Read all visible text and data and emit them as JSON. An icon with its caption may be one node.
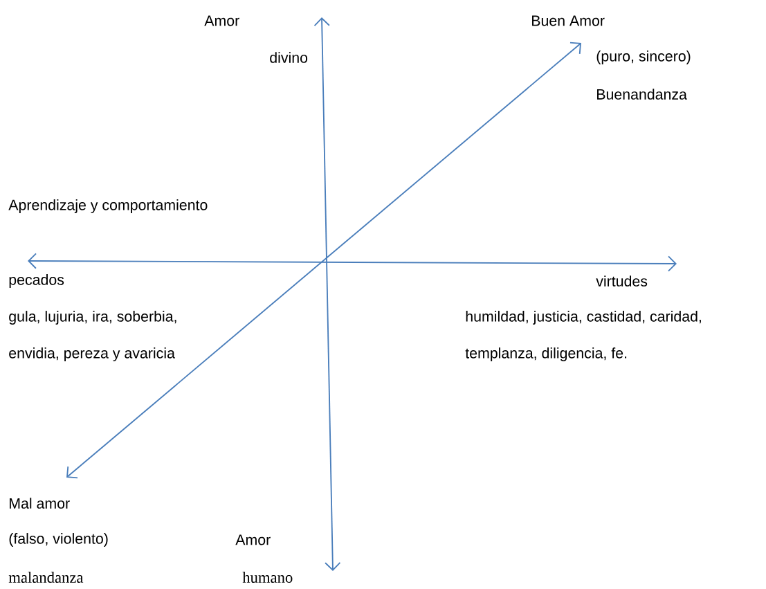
{
  "diagram": {
    "labels": [
      "Amor",
      "Buen Amor",
      "divino",
      "(puro, sincero)",
      "Buenandanza",
      "Aprendizaje y comportamiento",
      "pecados",
      "virtudes",
      "gula, lujuria, ira, soberbia,",
      "humildad, justicia, castidad, caridad,",
      "envidia, pereza y avaricia",
      "templanza, diligencia, fe.",
      "Mal amor",
      "(falso, violento)",
      "Amor",
      "malandanza",
      "humano"
    ]
  }
}
